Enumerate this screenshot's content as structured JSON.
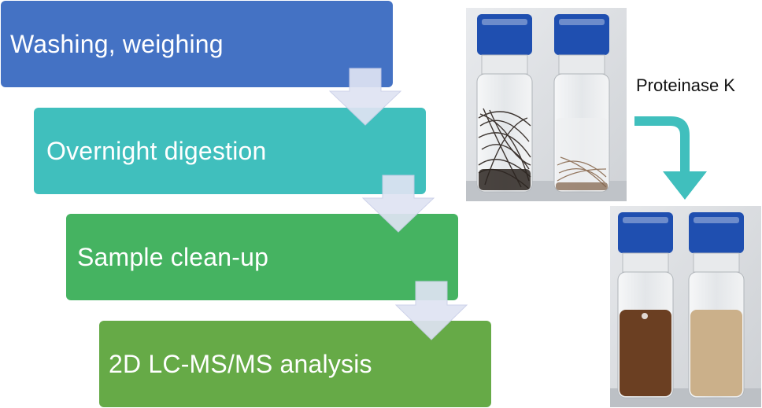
{
  "steps": [
    {
      "label": "Washing, weighing",
      "color": "#4472c4"
    },
    {
      "label": "Overnight digestion",
      "color": "#40bfbd"
    },
    {
      "label": "Sample clean-up",
      "color": "#45b361"
    },
    {
      "label": "2D LC-MS/MS analysis",
      "color": "#66aa47"
    }
  ],
  "annotation": {
    "label": "Proteinase K",
    "arrow_color": "#40bfbd"
  },
  "photos": {
    "before": {
      "cap_color": "#1f4fb0",
      "left_content": "black hair strands",
      "right_content": "light brown hair strands"
    },
    "after": {
      "cap_color": "#1f4fb0",
      "left_liquid": "#6b3f22",
      "right_liquid": "#cbb08a"
    }
  }
}
